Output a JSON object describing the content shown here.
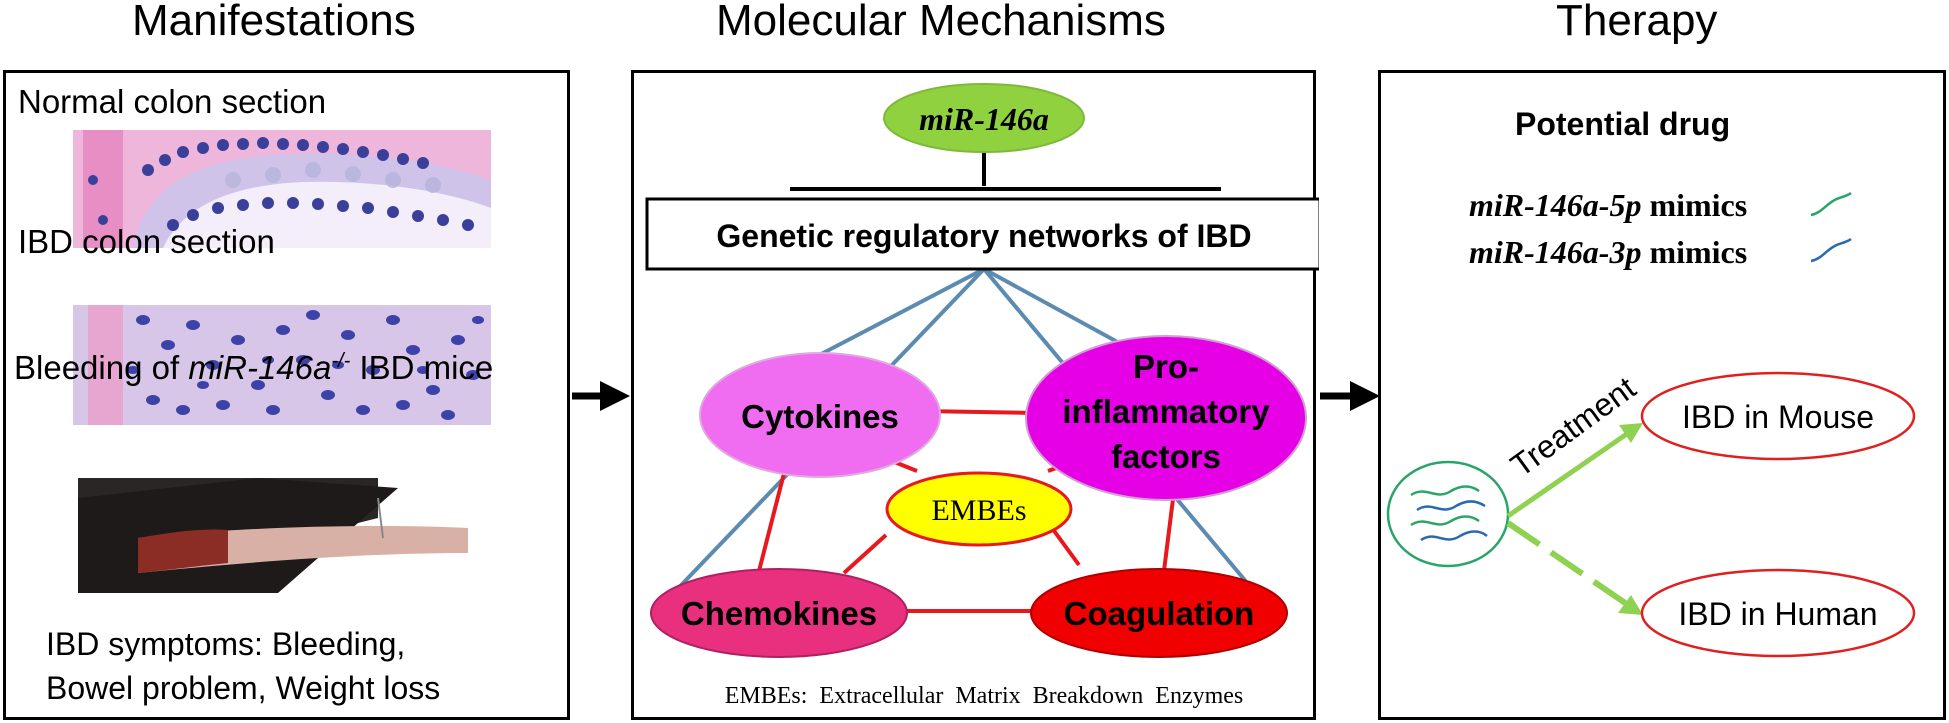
{
  "headings": {
    "left": "Manifestations",
    "middle": "Molecular Mechanisms",
    "right": "Therapy"
  },
  "manifestations": {
    "normal_label": "Normal colon section",
    "ibd_label": "IBD colon section",
    "bleeding_prefix": "Bleeding of ",
    "bleeding_gene": "miR-146a",
    "bleeding_sup": "-/-",
    "bleeding_suffix": " IBD mice",
    "symptoms_line1": "IBD symptoms: Bleeding,",
    "symptoms_line2": "Bowel problem, Weight loss"
  },
  "mechanisms": {
    "mirna": "miR-146a",
    "network": "Genetic regulatory networks of IBD",
    "cytokines": "Cytokines",
    "proinflam_line1": "Pro-",
    "proinflam_line2": "inflammatory",
    "proinflam_line3": "factors",
    "embes": "EMBEs",
    "chemokines": "Chemokines",
    "coagulation": "Coagulation",
    "footnote": "EMBEs: Extracellular Matrix Breakdown Enzymes"
  },
  "therapy": {
    "title": "Potential drug",
    "mimic5p_gene": "miR-146a-5p",
    "mimic5p_word": " mimics",
    "mimic3p_gene": "miR-146a-3p",
    "mimic3p_word": " mimics",
    "treatment": "Treatment",
    "mouse": "IBD in Mouse",
    "human": "IBD in Human"
  },
  "colors": {
    "mirna_fill": "#8fd13f",
    "cytokines_fill": "#f06cf0",
    "proinflam_fill": "#e600e6",
    "embes_fill": "#ffff00",
    "chemokines_fill": "#e8307f",
    "coagulation_fill": "#f00000",
    "red_line": "#e8191d",
    "blue_line": "#5b8bb0",
    "green_arrow": "#8fd150",
    "therapy_oval": "#e02020"
  }
}
